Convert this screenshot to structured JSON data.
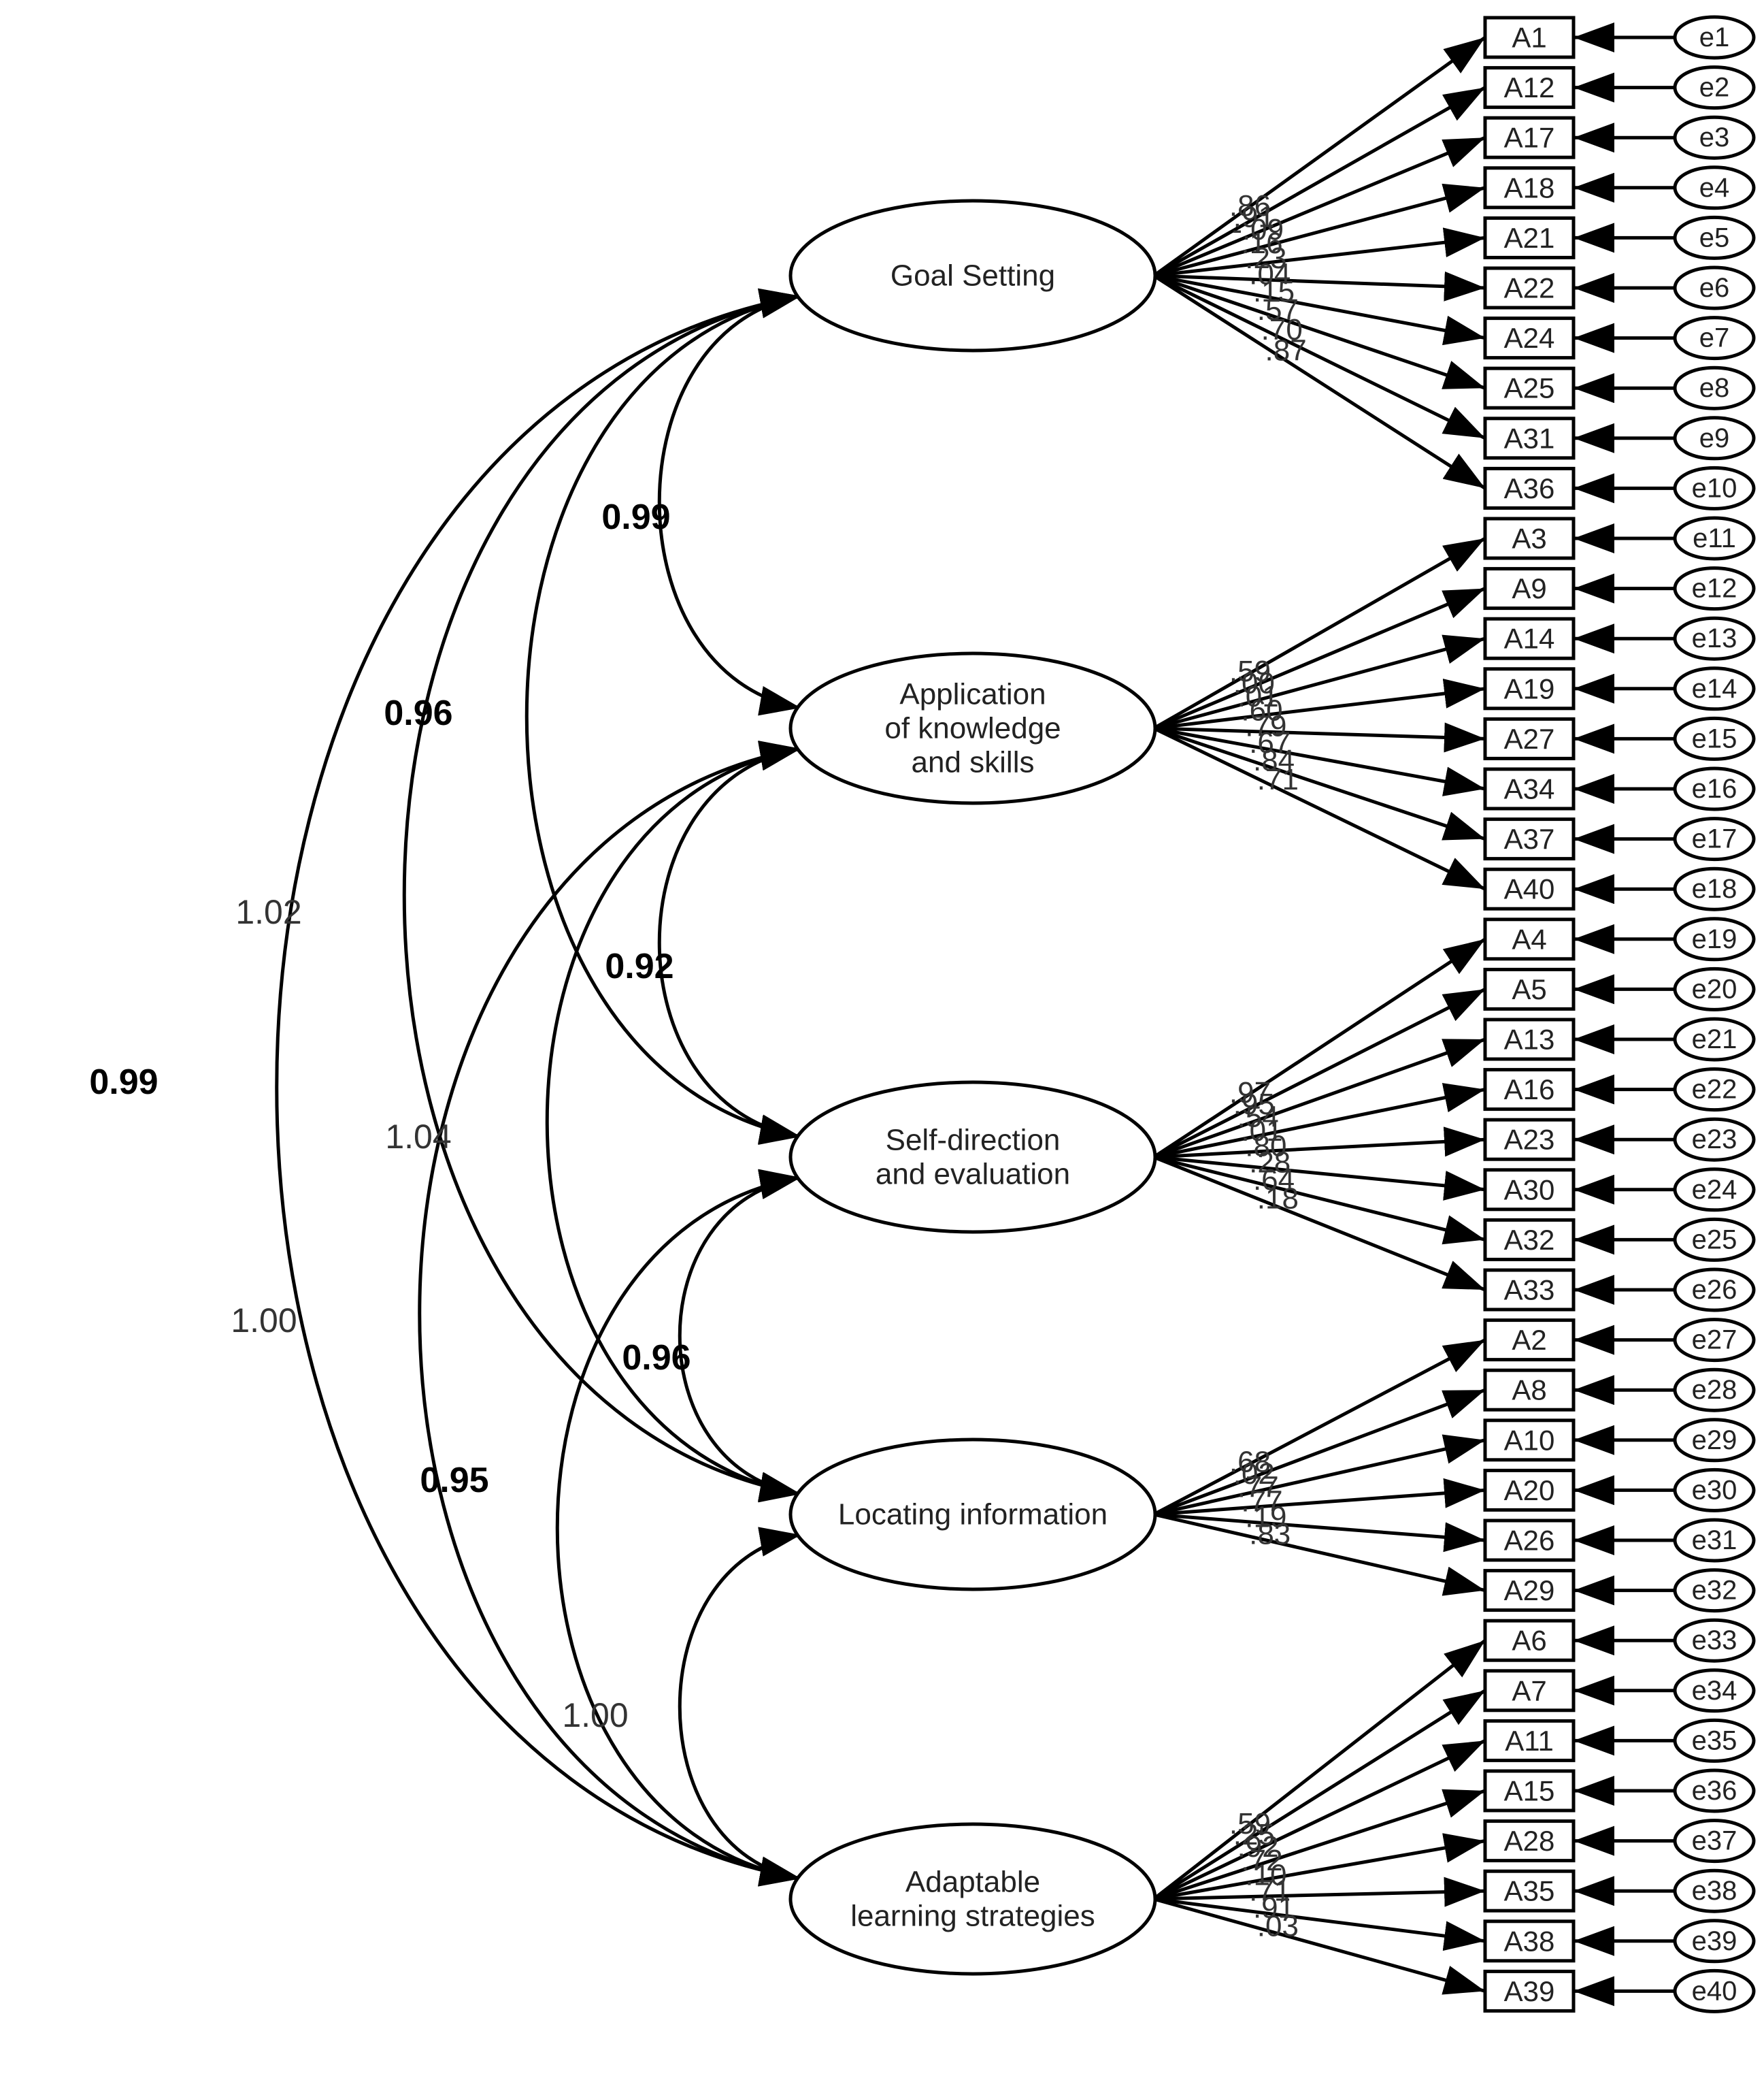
{
  "factors": [
    {
      "lines": [
        "Goal Setting"
      ]
    },
    {
      "lines": [
        "Application",
        "of knowledge",
        "and skills"
      ]
    },
    {
      "lines": [
        "Self-direction",
        "and evaluation"
      ]
    },
    {
      "lines": [
        "Locating information"
      ]
    },
    {
      "lines": [
        "Adaptable",
        "learning strategies"
      ]
    }
  ],
  "items": [
    {
      "label": "A1",
      "factor": 0,
      "loading": ".86",
      "error": "e1"
    },
    {
      "label": "A12",
      "factor": 0,
      "loading": ".91",
      "error": "e2"
    },
    {
      "label": "A17",
      "factor": 0,
      "loading": "-.09",
      "error": "e3"
    },
    {
      "label": "A18",
      "factor": 0,
      "loading": ".16",
      "error": "e4"
    },
    {
      "label": "A21",
      "factor": 0,
      "loading": ".23",
      "error": "e5"
    },
    {
      "label": "A22",
      "factor": 0,
      "loading": ".04",
      "error": "e6"
    },
    {
      "label": "A24",
      "factor": 0,
      "loading": ".15",
      "error": "e7"
    },
    {
      "label": "A25",
      "factor": 0,
      "loading": ".57",
      "error": "e8"
    },
    {
      "label": "A31",
      "factor": 0,
      "loading": ".70",
      "error": "e9"
    },
    {
      "label": "A36",
      "factor": 0,
      "loading": ".87",
      "error": "e10"
    },
    {
      "label": "A3",
      "factor": 1,
      "loading": ".59",
      "error": "e11"
    },
    {
      "label": "A9",
      "factor": 1,
      "loading": ".00",
      "error": "e12"
    },
    {
      "label": "A14",
      "factor": 1,
      "loading": ".01",
      "error": "e13"
    },
    {
      "label": "A19",
      "factor": 1,
      "loading": ".60",
      "error": "e14"
    },
    {
      "label": "A27",
      "factor": 1,
      "loading": ".79",
      "error": "e15"
    },
    {
      "label": "A34",
      "factor": 1,
      "loading": ".67",
      "error": "e16"
    },
    {
      "label": "A37",
      "factor": 1,
      "loading": ".84",
      "error": "e17"
    },
    {
      "label": "A40",
      "factor": 1,
      "loading": ".71",
      "error": "e18"
    },
    {
      "label": "A4",
      "factor": 2,
      "loading": ".97",
      "error": "e19"
    },
    {
      "label": "A5",
      "factor": 2,
      "loading": ".95",
      "error": "e20"
    },
    {
      "label": "A13",
      "factor": 2,
      "loading": ".54",
      "error": "e21"
    },
    {
      "label": "A16",
      "factor": 2,
      "loading": ".01",
      "error": "e22"
    },
    {
      "label": "A23",
      "factor": 2,
      "loading": ".80",
      "error": "e23"
    },
    {
      "label": "A30",
      "factor": 2,
      "loading": ".28",
      "error": "e24"
    },
    {
      "label": "A32",
      "factor": 2,
      "loading": ".64",
      "error": "e25"
    },
    {
      "label": "A33",
      "factor": 2,
      "loading": ".18",
      "error": "e26"
    },
    {
      "label": "A2",
      "factor": 3,
      "loading": ".68",
      "error": "e27"
    },
    {
      "label": "A8",
      "factor": 3,
      "loading": ".02",
      "error": "e28"
    },
    {
      "label": "A10",
      "factor": 3,
      "loading": ".77",
      "error": "e29"
    },
    {
      "label": "A20",
      "factor": 3,
      "loading": ".77",
      "error": "e30"
    },
    {
      "label": "A26",
      "factor": 3,
      "loading": ".19",
      "error": "e31"
    },
    {
      "label": "A29",
      "factor": 3,
      "loading": ".83",
      "error": "e32"
    },
    {
      "label": "A6",
      "factor": 4,
      "loading": ".59",
      "error": "e33"
    },
    {
      "label": "A7",
      "factor": 4,
      "loading": ".25",
      "error": "e34"
    },
    {
      "label": "A11",
      "factor": 4,
      "loading": ".92",
      "error": "e35"
    },
    {
      "label": "A15",
      "factor": 4,
      "loading": ".72",
      "error": "e36"
    },
    {
      "label": "A28",
      "factor": 4,
      "loading": ".10",
      "error": "e37"
    },
    {
      "label": "A35",
      "factor": 4,
      "loading": ".71",
      "error": "e38"
    },
    {
      "label": "A38",
      "factor": 4,
      "loading": ".91",
      "error": "e39"
    },
    {
      "label": "A39",
      "factor": 4,
      "loading": ".03",
      "error": "e40"
    }
  ],
  "covariances": [
    {
      "from": 0,
      "to": 1,
      "value": "0.99",
      "bold": true
    },
    {
      "from": 0,
      "to": 2,
      "value": "0.96",
      "bold": true
    },
    {
      "from": 0,
      "to": 3,
      "value": "1.02",
      "bold": false
    },
    {
      "from": 0,
      "to": 4,
      "value": "0.99",
      "bold": true
    },
    {
      "from": 1,
      "to": 2,
      "value": "0.92",
      "bold": true
    },
    {
      "from": 1,
      "to": 3,
      "value": "1.04",
      "bold": false
    },
    {
      "from": 1,
      "to": 4,
      "value": "1.00",
      "bold": false
    },
    {
      "from": 2,
      "to": 3,
      "value": "0.96",
      "bold": true
    },
    {
      "from": 2,
      "to": 4,
      "value": "0.95",
      "bold": true
    },
    {
      "from": 3,
      "to": 4,
      "value": "1.00",
      "bold": false
    }
  ]
}
